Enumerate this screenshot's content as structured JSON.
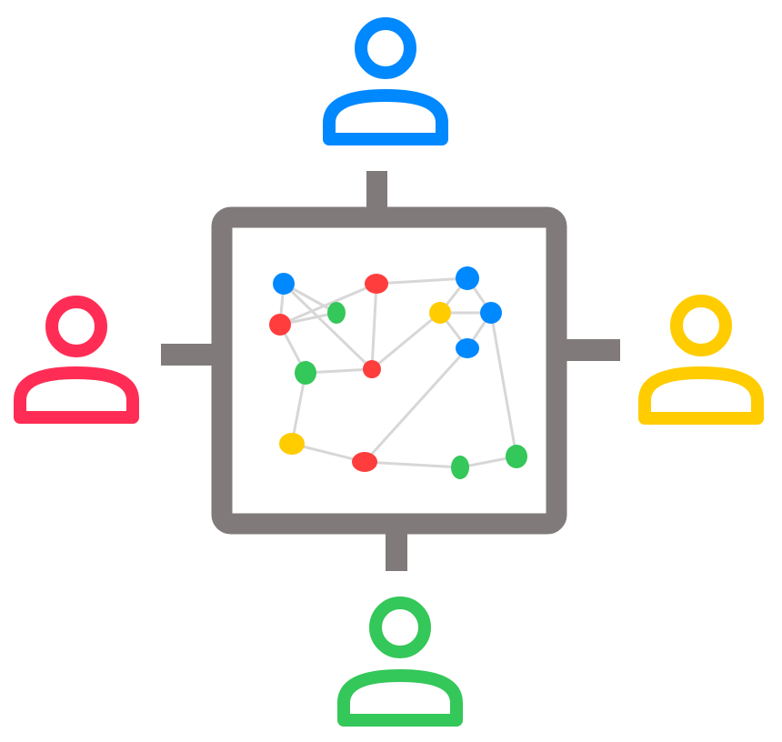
{
  "colors": {
    "frame": "#807b7a",
    "edge": "#d7d7d7",
    "blue": "#0088ff",
    "red": "#ff3d3d",
    "green": "#34c759",
    "yellow": "#ffcc00",
    "pink": "#ff2d55"
  },
  "users": [
    {
      "id": "top",
      "icon": "person-icon",
      "color": "blue"
    },
    {
      "id": "left",
      "icon": "person-icon",
      "color": "pink"
    },
    {
      "id": "right",
      "icon": "person-icon",
      "color": "yellow"
    },
    {
      "id": "bottom",
      "icon": "person-icon",
      "color": "green"
    }
  ],
  "network": {
    "nodes": [
      {
        "id": "n1",
        "color": "blue"
      },
      {
        "id": "n2",
        "color": "red"
      },
      {
        "id": "n3",
        "color": "blue"
      },
      {
        "id": "n4",
        "color": "red"
      },
      {
        "id": "n5",
        "color": "green"
      },
      {
        "id": "n6",
        "color": "yellow"
      },
      {
        "id": "n7",
        "color": "blue"
      },
      {
        "id": "n8",
        "color": "blue"
      },
      {
        "id": "n9",
        "color": "green"
      },
      {
        "id": "n10",
        "color": "red"
      },
      {
        "id": "n11",
        "color": "yellow"
      },
      {
        "id": "n12",
        "color": "red"
      },
      {
        "id": "n13",
        "color": "green"
      },
      {
        "id": "n14",
        "color": "green"
      }
    ],
    "edges": [
      [
        "n1",
        "n4"
      ],
      [
        "n1",
        "n5"
      ],
      [
        "n1",
        "n10"
      ],
      [
        "n4",
        "n2"
      ],
      [
        "n4",
        "n5"
      ],
      [
        "n4",
        "n9"
      ],
      [
        "n2",
        "n3"
      ],
      [
        "n2",
        "n10"
      ],
      [
        "n9",
        "n10"
      ],
      [
        "n10",
        "n6"
      ],
      [
        "n6",
        "n3"
      ],
      [
        "n6",
        "n7"
      ],
      [
        "n6",
        "n8"
      ],
      [
        "n3",
        "n7"
      ],
      [
        "n7",
        "n8"
      ],
      [
        "n7",
        "n14"
      ],
      [
        "n9",
        "n11"
      ],
      [
        "n11",
        "n12"
      ],
      [
        "n12",
        "n8"
      ],
      [
        "n12",
        "n13"
      ],
      [
        "n13",
        "n14"
      ]
    ]
  }
}
